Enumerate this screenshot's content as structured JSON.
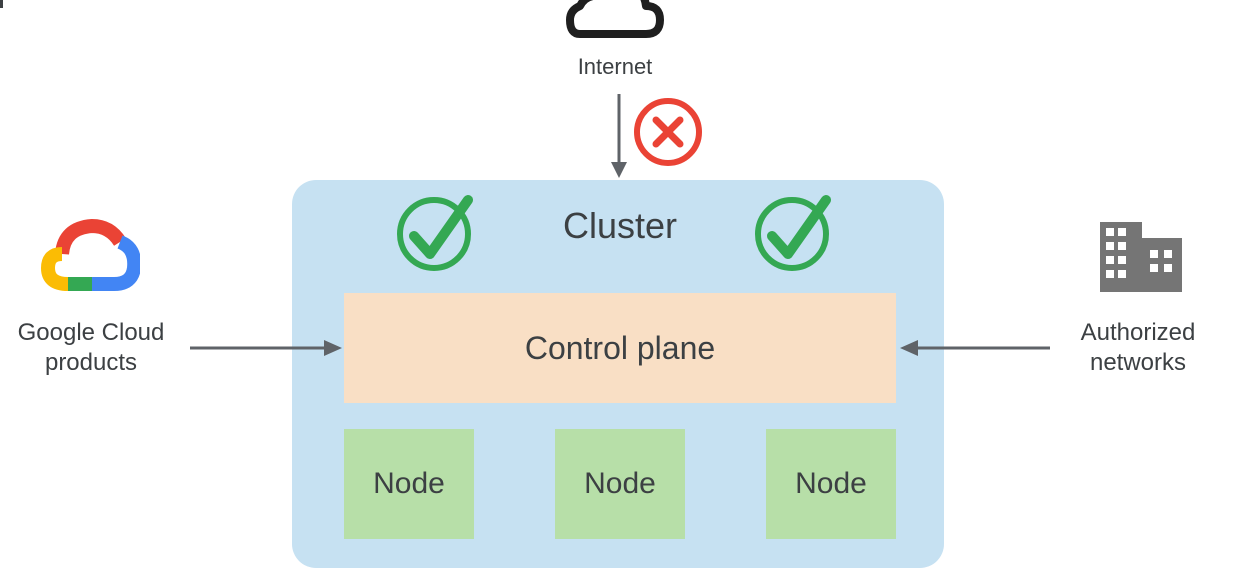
{
  "diagram": {
    "internet_label": "Internet",
    "cluster_label": "Cluster",
    "control_plane_label": "Control plane",
    "nodes": [
      "Node",
      "Node",
      "Node"
    ],
    "google_cloud_label_line1": "Google Cloud",
    "google_cloud_label_line2": "products",
    "authorized_networks_label_line1": "Authorized",
    "authorized_networks_label_line2": "networks"
  },
  "icons": {
    "top": "cloud-icon",
    "blocked": "x-circle-icon",
    "allowed": "check-circle-icon",
    "google_cloud": "google-cloud-logo-icon",
    "building": "building-icon"
  },
  "colors": {
    "cluster_bg": "#c6e1f2",
    "control_plane_bg": "#f9dfc5",
    "node_bg": "#b7dfa8",
    "check_green": "#34a853",
    "x_red": "#ea4335",
    "arrow_gray": "#5f6368",
    "building_gray": "#757575"
  }
}
